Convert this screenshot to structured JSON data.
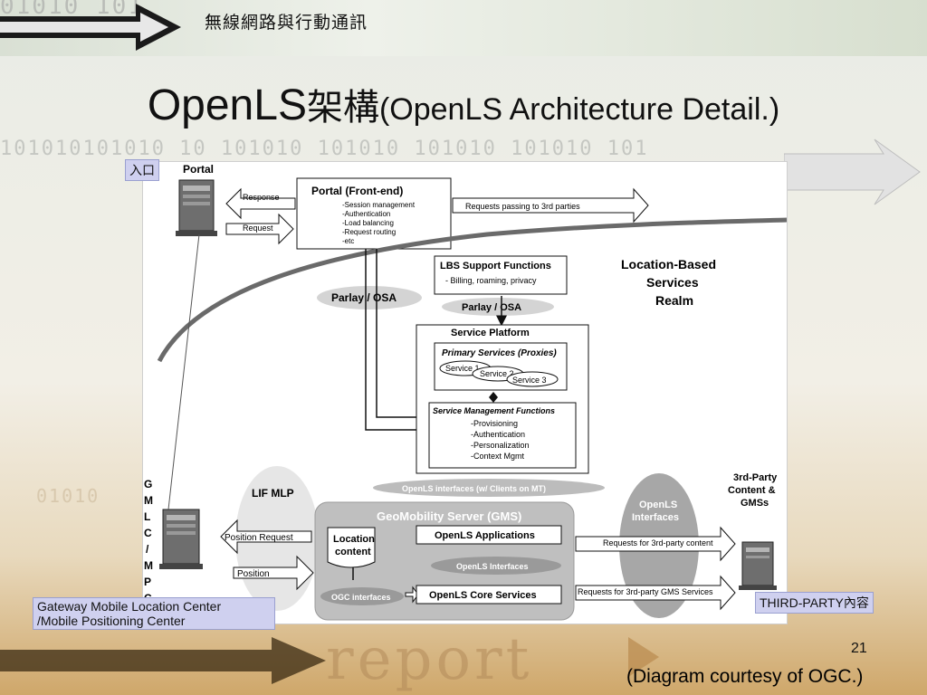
{
  "header": {
    "course_title": "無線網路與行動通訊"
  },
  "title": {
    "part1": "OpenLS",
    "part2": "架構",
    "part3": "(OpenLS Architecture Detail.)"
  },
  "callouts": {
    "portal": "入口",
    "gmlc_line1": "Gateway Mobile Location Center",
    "gmlc_line2": "/Mobile Positioning Center",
    "third_party": "THIRD-PARTY內容"
  },
  "diagram": {
    "portal_label": "Portal",
    "response": "Response",
    "request": "Request",
    "portal_frontend": "Portal (Front-end)",
    "frontend_items": [
      "-Session management",
      "-Authentication",
      "-Load balancing",
      "-Request routing",
      "-etc"
    ],
    "requests_3rd_parties": "Requests passing to 3rd parties",
    "lbs_support": "LBS Support Functions",
    "lbs_support_item": "- Billing, roaming, privacy",
    "parlay_osa": "Parlay / OSA",
    "lbs_realm": [
      "Location-Based",
      "Services",
      "Realm"
    ],
    "service_platform": "Service Platform",
    "primary_services": "Primary Services (Proxies)",
    "services": [
      "Service 1",
      "Service 2",
      "Service 3"
    ],
    "smf_title": "Service Management Functions",
    "smf_items": [
      "-Provisioning",
      "-Authentication",
      "-Personalization",
      "-Context Mgmt"
    ],
    "openls_interfaces_clients": "OpenLS interfaces (w/ Clients on MT)",
    "third_party_title": [
      "3rd-Party",
      "Content &",
      "GMSs"
    ],
    "gmlc_vertical": [
      "G",
      "M",
      "L",
      "C",
      "/",
      "M",
      "P",
      "C"
    ],
    "lif_mlp": "LIF MLP",
    "position_request": "Position Request",
    "position": "Position",
    "gms_title": "GeoMobility Server (GMS)",
    "location_content": [
      "Location",
      "content"
    ],
    "openls_applications": "OpenLS Applications",
    "openls_interfaces_inner": "OpenLS Interfaces",
    "ogc_interfaces": "OGC interfaces",
    "openls_core": "OpenLS Core Services",
    "openls_interfaces_oval": [
      "OpenLS",
      "Interfaces"
    ],
    "req_3rd_content": "Requests for 3rd-party content",
    "req_3rd_gms": "Requests for 3rd-party GMS Services"
  },
  "footer": {
    "report": "report",
    "page": "21",
    "courtesy": "(Diagram courtesy of OGC.)"
  }
}
